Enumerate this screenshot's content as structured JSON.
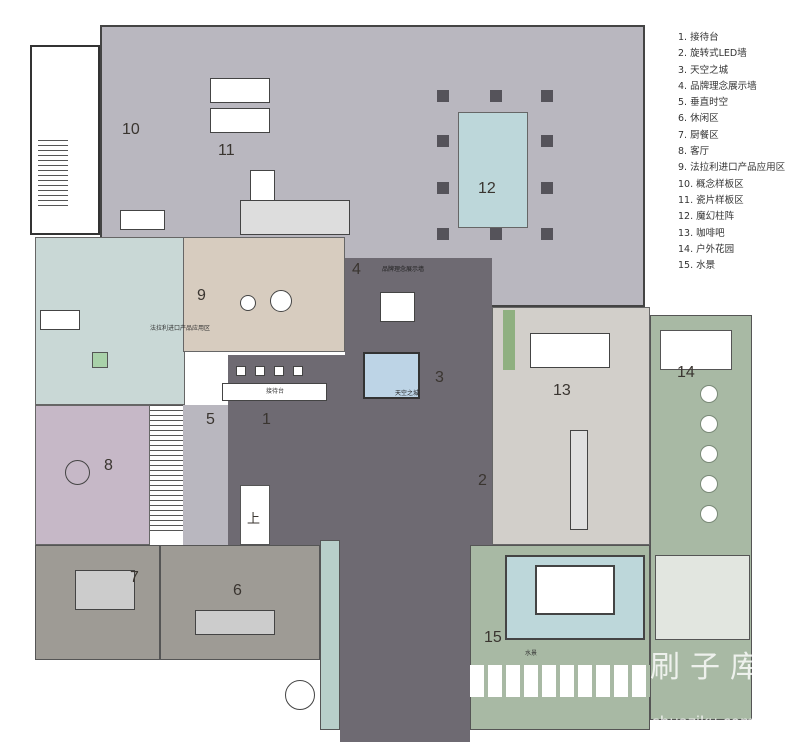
{
  "legend": [
    "1. 接待台",
    "2. 旋转式LED墙",
    "3. 天空之城",
    "4. 品牌理念展示墙",
    "5. 垂直时空",
    "6. 休闲区",
    "7. 厨餐区",
    "8. 客厅",
    "9. 法拉利进口产品应用区",
    "10. 概念样板区",
    "11. 瓷片样板区",
    "12. 魔幻柱阵",
    "13. 咖啡吧",
    "14. 户外花园",
    "15. 水景"
  ],
  "rooms": {
    "r1": {
      "num": "1",
      "label": "接待台"
    },
    "r2": {
      "num": "2"
    },
    "r3": {
      "num": "3",
      "label": "天空之城"
    },
    "r4": {
      "num": "4",
      "label": "品牌理念展示墙"
    },
    "r5": {
      "num": "5"
    },
    "r6": {
      "num": "6"
    },
    "r7": {
      "num": "7"
    },
    "r8": {
      "num": "8"
    },
    "r9": {
      "num": "9",
      "label": "法拉利进口产品应用区"
    },
    "r10": {
      "num": "10"
    },
    "r11": {
      "num": "11"
    },
    "r12": {
      "num": "12"
    },
    "r13": {
      "num": "13"
    },
    "r14": {
      "num": "14"
    },
    "r15": {
      "num": "15",
      "label": "水景"
    }
  },
  "stair_label": "上",
  "watermark": {
    "cn": "刷子库",
    "url": "shuaziku.com"
  },
  "colors": {
    "showroom": "#b9b7bf",
    "central": "#6e6a72",
    "beige": "#d7ccbf",
    "cyan": "#c9d8d6",
    "lavender": "#c6b8c7",
    "kitchen": "#9e9b95",
    "cafe": "#d2cfca",
    "garden": "#a8b9a4",
    "water": "#bdd7da"
  }
}
